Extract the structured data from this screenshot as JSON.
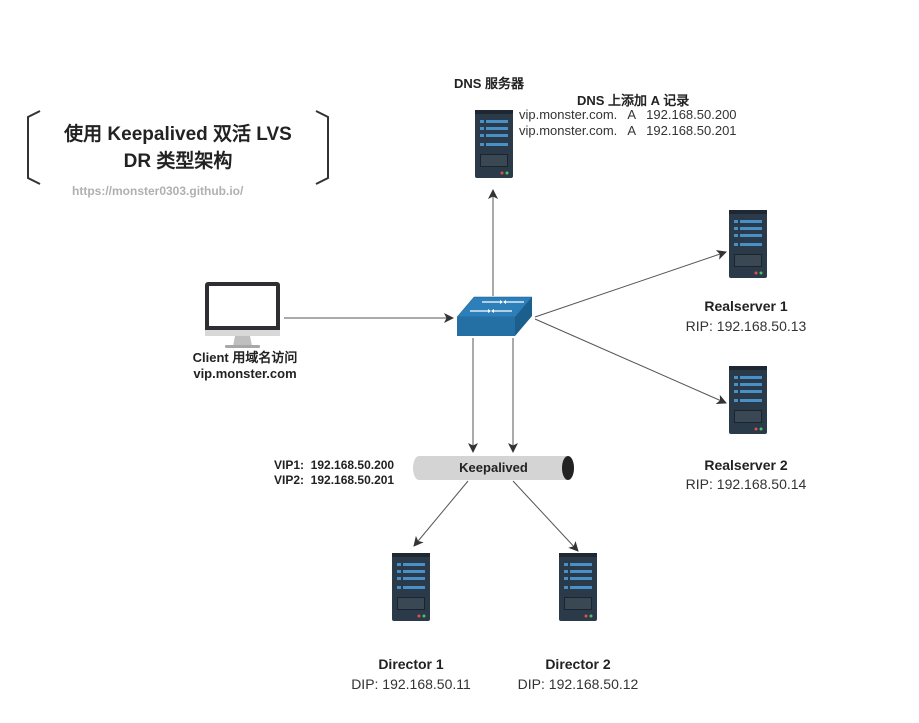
{
  "title": {
    "line1": "使用 Keepalived 双活 LVS",
    "line2": "DR 类型架构",
    "url": "https://monster0303.github.io/"
  },
  "dns": {
    "server_label": "DNS 服务器",
    "records_title": "DNS 上添加 A 记录",
    "records": [
      "vip.monster.com.   A   192.168.50.200",
      "vip.monster.com.   A   192.168.50.201"
    ]
  },
  "client": {
    "line1": "Client 用域名访问",
    "line2": "vip.monster.com"
  },
  "realservers": [
    {
      "name": "Realserver 1",
      "ip": "RIP: 192.168.50.13"
    },
    {
      "name": "Realserver 2",
      "ip": "RIP: 192.168.50.14"
    }
  ],
  "keepalived": {
    "label": "Keepalived",
    "vips": [
      "VIP1:  192.168.50.200",
      "VIP2:  192.168.50.201"
    ]
  },
  "directors": [
    {
      "name": "Director 1",
      "ip": "DIP: 192.168.50.11"
    },
    {
      "name": "Director 2",
      "ip": "DIP: 192.168.50.12"
    }
  ],
  "colors": {
    "server_body": "#2b3a48",
    "server_accent": "#4a90c8",
    "switch_top": "#2c7fb8",
    "switch_side": "#1a5f8e",
    "arrow": "#555555",
    "bracket": "#333333",
    "cylinder": "#d4d4d4"
  }
}
